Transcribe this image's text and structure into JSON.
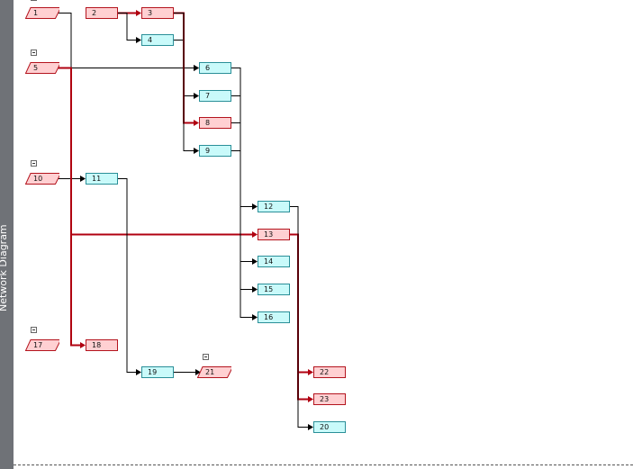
{
  "sidebar": {
    "label": "Network Diagram"
  },
  "colors": {
    "critical_fill": "#ffd0d2",
    "critical_border": "#b4141e",
    "normal_fill": "#c9fafa",
    "normal_border": "#2a8f98",
    "critical_link": "#b00010",
    "normal_link": "#000000"
  },
  "nodes": [
    {
      "id": "1",
      "label": "1",
      "critical": true,
      "summary": true
    },
    {
      "id": "2",
      "label": "2",
      "critical": true,
      "summary": false
    },
    {
      "id": "3",
      "label": "3",
      "critical": true,
      "summary": false
    },
    {
      "id": "4",
      "label": "4",
      "critical": false,
      "summary": false
    },
    {
      "id": "5",
      "label": "5",
      "critical": true,
      "summary": true
    },
    {
      "id": "6",
      "label": "6",
      "critical": false,
      "summary": false
    },
    {
      "id": "7",
      "label": "7",
      "critical": false,
      "summary": false
    },
    {
      "id": "8",
      "label": "8",
      "critical": true,
      "summary": false
    },
    {
      "id": "9",
      "label": "9",
      "critical": false,
      "summary": false
    },
    {
      "id": "10",
      "label": "10",
      "critical": true,
      "summary": true
    },
    {
      "id": "11",
      "label": "11",
      "critical": false,
      "summary": false
    },
    {
      "id": "12",
      "label": "12",
      "critical": false,
      "summary": false
    },
    {
      "id": "13",
      "label": "13",
      "critical": true,
      "summary": false
    },
    {
      "id": "14",
      "label": "14",
      "critical": false,
      "summary": false
    },
    {
      "id": "15",
      "label": "15",
      "critical": false,
      "summary": false
    },
    {
      "id": "16",
      "label": "16",
      "critical": false,
      "summary": false
    },
    {
      "id": "17",
      "label": "17",
      "critical": true,
      "summary": true
    },
    {
      "id": "18",
      "label": "18",
      "critical": true,
      "summary": false
    },
    {
      "id": "19",
      "label": "19",
      "critical": false,
      "summary": false
    },
    {
      "id": "21",
      "label": "21",
      "critical": true,
      "summary": true
    },
    {
      "id": "22",
      "label": "22",
      "critical": true,
      "summary": false
    },
    {
      "id": "23",
      "label": "23",
      "critical": true,
      "summary": false
    },
    {
      "id": "20",
      "label": "20",
      "critical": false,
      "summary": false
    }
  ],
  "links": [
    {
      "from": "2",
      "to": "3",
      "critical": true
    },
    {
      "from": "2",
      "to": "4",
      "critical": false
    },
    {
      "from": "1",
      "to": "6",
      "critical": false
    },
    {
      "from": "4",
      "to": "6",
      "critical": false
    },
    {
      "from": "3",
      "to": "7",
      "critical": false
    },
    {
      "from": "3",
      "to": "8",
      "critical": true
    },
    {
      "from": "3",
      "to": "9",
      "critical": false
    },
    {
      "from": "10",
      "to": "11",
      "critical": false
    },
    {
      "from": "5",
      "to": "13",
      "critical": true
    },
    {
      "from": "5",
      "to": "18",
      "critical": true
    },
    {
      "from": "6",
      "to": "12",
      "critical": false
    },
    {
      "from": "7",
      "to": "14",
      "critical": false
    },
    {
      "from": "8",
      "to": "15",
      "critical": false
    },
    {
      "from": "9",
      "to": "16",
      "critical": false
    },
    {
      "from": "11",
      "to": "19",
      "critical": false
    },
    {
      "from": "19",
      "to": "21",
      "critical": false
    },
    {
      "from": "13",
      "to": "22",
      "critical": true
    },
    {
      "from": "13",
      "to": "23",
      "critical": true
    },
    {
      "from": "12",
      "to": "20",
      "critical": false
    }
  ]
}
